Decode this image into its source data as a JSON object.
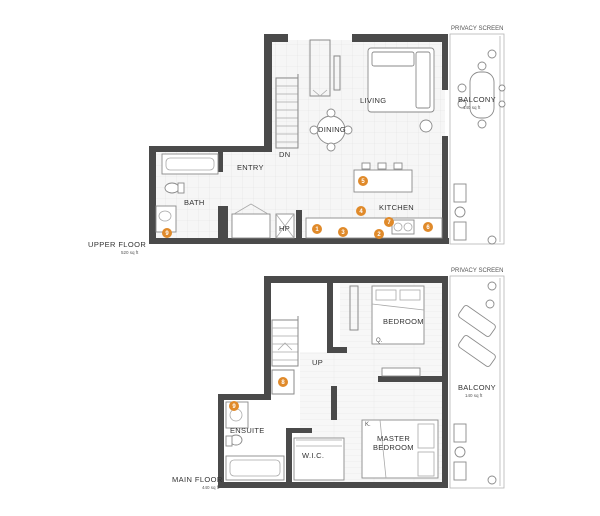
{
  "upper_floor": {
    "title": "UPPER FLOOR",
    "area": "520 sq ft",
    "privacy_screen": "PRIVACY SCREEN",
    "rooms": {
      "living": "LIVING",
      "dining": "DINING",
      "entry": "ENTRY",
      "dn": "DN",
      "bath": "BATH",
      "kitchen": "KITCHEN",
      "hp": "HP",
      "balcony": "BALCONY",
      "balcony_area": "140 sq ft"
    },
    "badges": [
      "1",
      "2",
      "3",
      "4",
      "5",
      "6",
      "7",
      "9"
    ]
  },
  "main_floor": {
    "title": "MAIN FLOOR",
    "area": "440 sq ft",
    "privacy_screen": "PRIVACY SCREEN",
    "rooms": {
      "bedroom": "BEDROOM",
      "bed_q": "Q.",
      "up": "UP",
      "ensuite": "ENSUITE",
      "wic": "W.I.C.",
      "master_1": "MASTER",
      "master_2": "BEDROOM",
      "bed_k": "K.",
      "balcony": "BALCONY",
      "balcony_area": "140 sq ft"
    },
    "badges": [
      "8",
      "9"
    ]
  }
}
